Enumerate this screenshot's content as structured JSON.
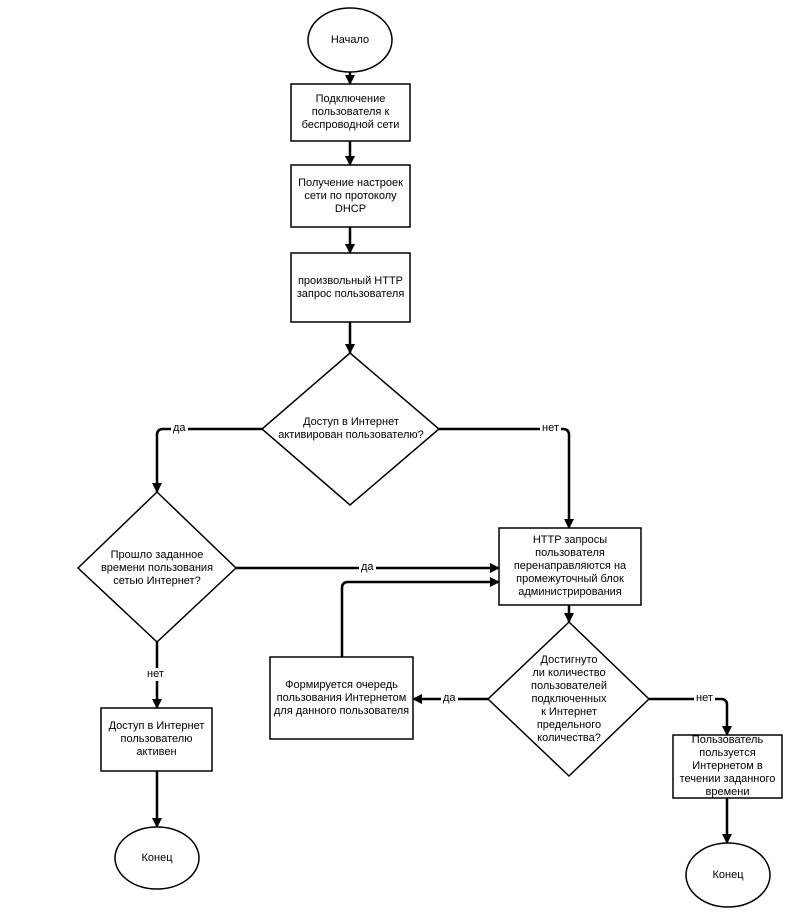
{
  "nodes": {
    "start": "Начало",
    "connect": "Подключение\nпользователя к\nбеспроводной сети",
    "dhcp": "Получение настроек\nсети по протоколу\nDHCP",
    "http_request": "произвольный HTTP\nзапрос пользователя",
    "access_check": "Доступ в Интернет\nактивирован пользователю?",
    "time_check": "Прошло заданное\nвремени  пользования\nсетью Интернет?",
    "redirect": "HTTP запросы\nпользователя\nперенаправляются на\nпромежуточный блок\nадминистрирования",
    "access_active": "Доступ в Интернет\nпользователю\nактивен",
    "queue": "Формируется очередь\nпользования Интернетом\nдля данного пользователя",
    "limit_check": "Достигнуто\nли количество\nпользователей\nподключенных\nк Интернет\nпредельного\nколичества?",
    "using_internet": "Пользователь\nпользуется\nИнтернетом в\nтечении заданного\nвремени",
    "end_left": "Конец",
    "end_right": "Конец"
  },
  "edges": {
    "access_yes": "да",
    "access_no": "нет",
    "time_yes": "да",
    "time_no": "нет",
    "limit_yes": "да",
    "limit_no": "нет"
  }
}
